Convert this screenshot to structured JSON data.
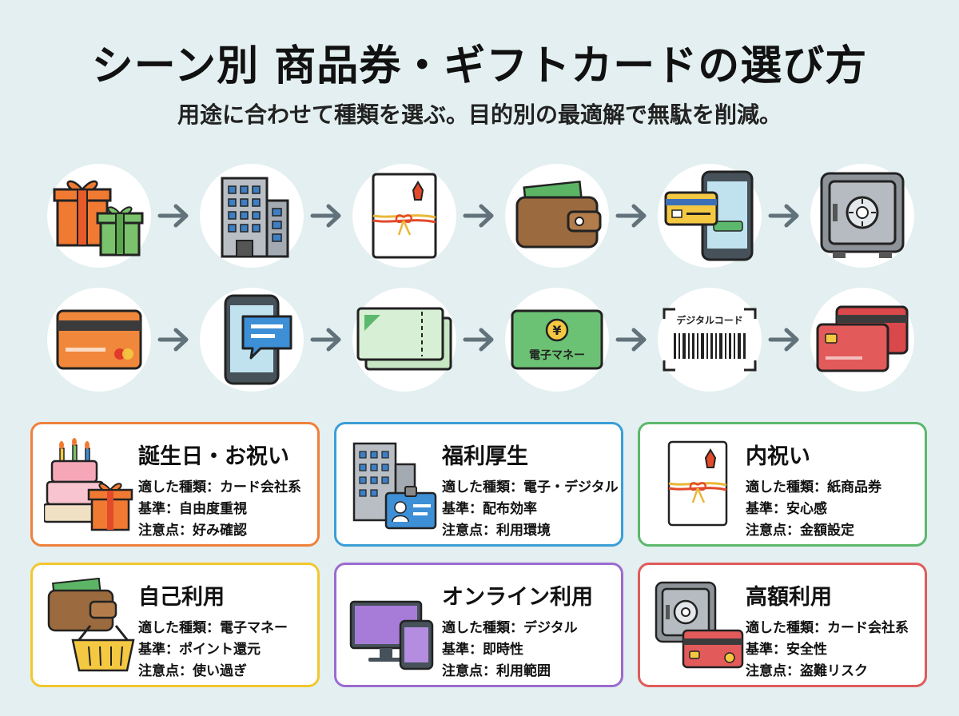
{
  "title": "シーン別 商品券・ギフトカードの選び方",
  "subtitle": "用途に合わせて種類を選ぶ。目的別の最適解で無駄を削減。",
  "flow": {
    "row1": [
      {
        "icon": "gift-boxes-icon"
      },
      {
        "icon": "office-building-icon"
      },
      {
        "icon": "noshi-envelope-icon"
      },
      {
        "icon": "wallet-icon"
      },
      {
        "icon": "smartphone-card-icon"
      },
      {
        "icon": "safe-icon"
      }
    ],
    "row2": [
      {
        "icon": "credit-card-icon"
      },
      {
        "icon": "phone-chat-icon"
      },
      {
        "icon": "paper-tickets-icon"
      },
      {
        "icon": "e-money-card-icon",
        "label": "電子マネー",
        "symbol": "¥"
      },
      {
        "icon": "digital-code-icon",
        "label": "デジタルコード"
      },
      {
        "icon": "red-cards-icon"
      }
    ]
  },
  "cards": [
    {
      "title": "誕生日・お祝い",
      "type_label": "適した種類",
      "type": "カード会社系",
      "criteria_label": "基準",
      "criteria": "自由度重視",
      "caution_label": "注意点",
      "caution": "好み確認",
      "color": "#f0803a",
      "icon": "birthday-cake-gift-icon"
    },
    {
      "title": "福利厚生",
      "type_label": "適した種類",
      "type": "電子・デジタル",
      "criteria_label": "基準",
      "criteria": "配布効率",
      "caution_label": "注意点",
      "caution": "利用環境",
      "color": "#3a9ed6",
      "icon": "building-id-card-icon"
    },
    {
      "title": "内祝い",
      "type_label": "適した種類",
      "type": "紙商品券",
      "criteria_label": "基準",
      "criteria": "安心感",
      "caution_label": "注意点",
      "caution": "金額設定",
      "color": "#5cb86c",
      "icon": "noshi-envelope-icon"
    },
    {
      "title": "自己利用",
      "type_label": "適した種類",
      "type": "電子マネー",
      "criteria_label": "基準",
      "criteria": "ポイント還元",
      "caution_label": "注意点",
      "caution": "使い過ぎ",
      "color": "#f2c72e",
      "icon": "wallet-basket-icon"
    },
    {
      "title": "オンライン利用",
      "type_label": "適した種類",
      "type": "デジタル",
      "criteria_label": "基準",
      "criteria": "即時性",
      "caution_label": "注意点",
      "caution": "利用範囲",
      "color": "#9b6bd0",
      "icon": "monitor-phone-icon"
    },
    {
      "title": "高額利用",
      "type_label": "適した種類",
      "type": "カード会社系",
      "criteria_label": "基準",
      "criteria": "安全性",
      "caution_label": "注意点",
      "caution": "盗難リスク",
      "color": "#e05b5b",
      "icon": "safe-card-icon"
    }
  ]
}
